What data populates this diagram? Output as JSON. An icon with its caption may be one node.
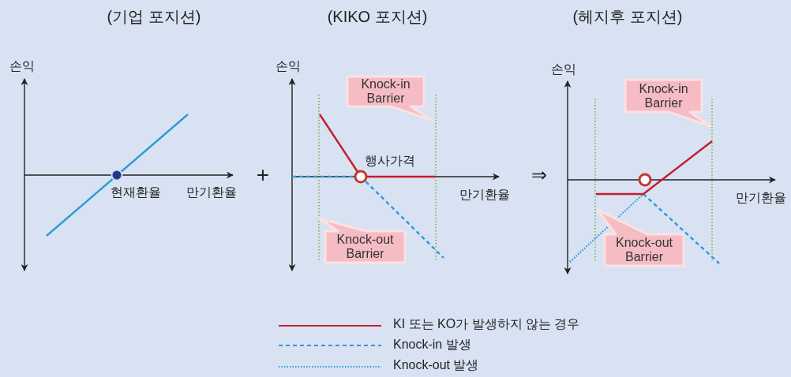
{
  "diagram": {
    "nodes": [
      {
        "text": [
          "Knock-in Barrier"
        ]
      },
      {
        "text": [
          "Knock-out Barrier"
        ]
      },
      {
        "text": [
          "Knock-in Barrier"
        ]
      },
      {
        "text": [
          "Knock-out Barrier"
        ]
      }
    ],
    "labels": [
      "(기업 포지션)",
      "(KIKO 포지션)",
      "(헤지후 포지션)",
      "손익",
      "현재환율",
      "만기환율",
      "+",
      "손익",
      "행사가격",
      "만기환율",
      "⇒",
      "손익",
      "만기환율"
    ],
    "legend": [
      {
        "text": "KI 또는 KO가 발생하지 않는 경우"
      },
      {
        "text": "Knock-in 발생"
      },
      {
        "text": "Knock-out 발생"
      }
    ]
  }
}
